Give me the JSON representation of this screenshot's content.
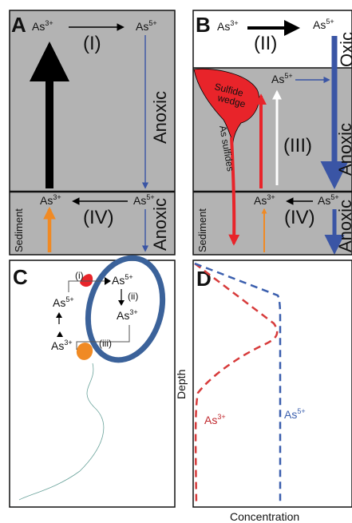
{
  "panels": {
    "A": {
      "letter": "A",
      "top_left_species": "As",
      "top_left_charge": "3+",
      "top_right_species": "As",
      "top_right_charge": "5+",
      "process_top": "(I)",
      "zone_water": "Anoxic",
      "bottom_left_species": "As",
      "bottom_left_charge": "3+",
      "bottom_right_species": "As",
      "bottom_right_charge": "5+",
      "process_bottom": "(IV)",
      "zone_sediment": "Anoxic",
      "sediment_label": "Sediment"
    },
    "B": {
      "letter": "B",
      "top_left_species": "As",
      "top_left_charge": "3+",
      "top_right_species": "As",
      "top_right_charge": "5+",
      "process_top": "(II)",
      "zone_top": "Oxic",
      "wedge_line1": "Sulfide",
      "wedge_line2": "wedge",
      "mid_species": "As",
      "mid_charge": "5+",
      "sulfides_label": "As sulfides",
      "process_mid": "(III)",
      "zone_water": "Anoxic",
      "bottom_left_species": "As",
      "bottom_left_charge": "3+",
      "bottom_right_species": "As",
      "bottom_right_charge": "5+",
      "process_bottom": "(IV)",
      "zone_sediment": "Anoxic",
      "sediment_label": "Sediment"
    },
    "C": {
      "letter": "C",
      "step_i": "(i)",
      "step_ii": "(ii)",
      "step_iii": "(iii)",
      "out_as5_species": "As",
      "out_as5_charge": "5+",
      "out_as3_species": "As",
      "out_as3_charge": "3+",
      "in_as5_species": "As",
      "in_as5_charge": "5+",
      "in_as3_species": "As",
      "in_as3_charge": "3+"
    },
    "D": {
      "letter": "D",
      "ylabel": "Depth",
      "xlabel": "Concentration",
      "series_as3_species": "As",
      "series_as3_charge": "3+",
      "series_as5_species": "As",
      "series_as5_charge": "5+"
    }
  },
  "colors": {
    "panel_gray": "#b3b3b3",
    "arrow_black": "#000000",
    "arrow_blue": "#3a55a5",
    "arrow_orange": "#f08a24",
    "red": "#e8242a",
    "cell_blue": "#3b629a",
    "as3_line": "#d73b3b",
    "as5_line": "#3b5fae"
  }
}
